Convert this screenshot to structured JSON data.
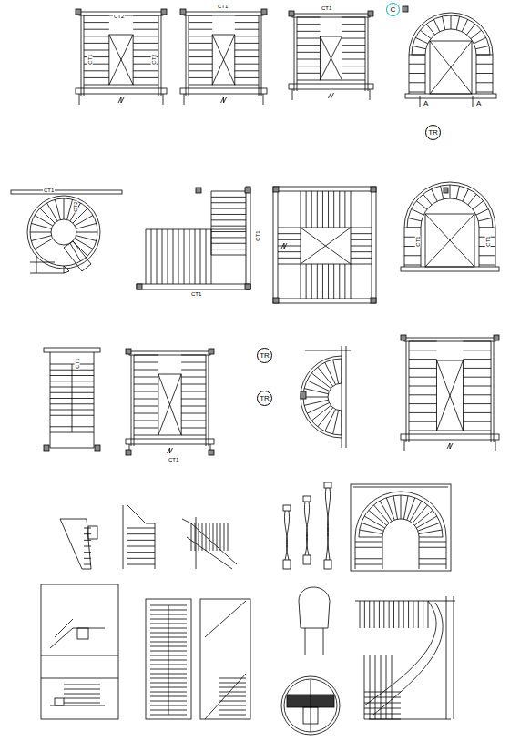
{
  "diagram": {
    "nodes": [
      {
        "text": [
          "C"
        ]
      },
      {
        "text": [
          "TR"
        ]
      },
      {
        "text": [
          "TR"
        ]
      },
      {
        "text": [
          "TR"
        ]
      }
    ],
    "labels": [
      "CT2",
      "CT1",
      "CT2",
      "CT1",
      "CT1",
      "A",
      "A",
      "CT1",
      "CT2",
      "CT1",
      "CT1",
      "CT1",
      "CT1",
      "CT1",
      "CT1"
    ]
  }
}
